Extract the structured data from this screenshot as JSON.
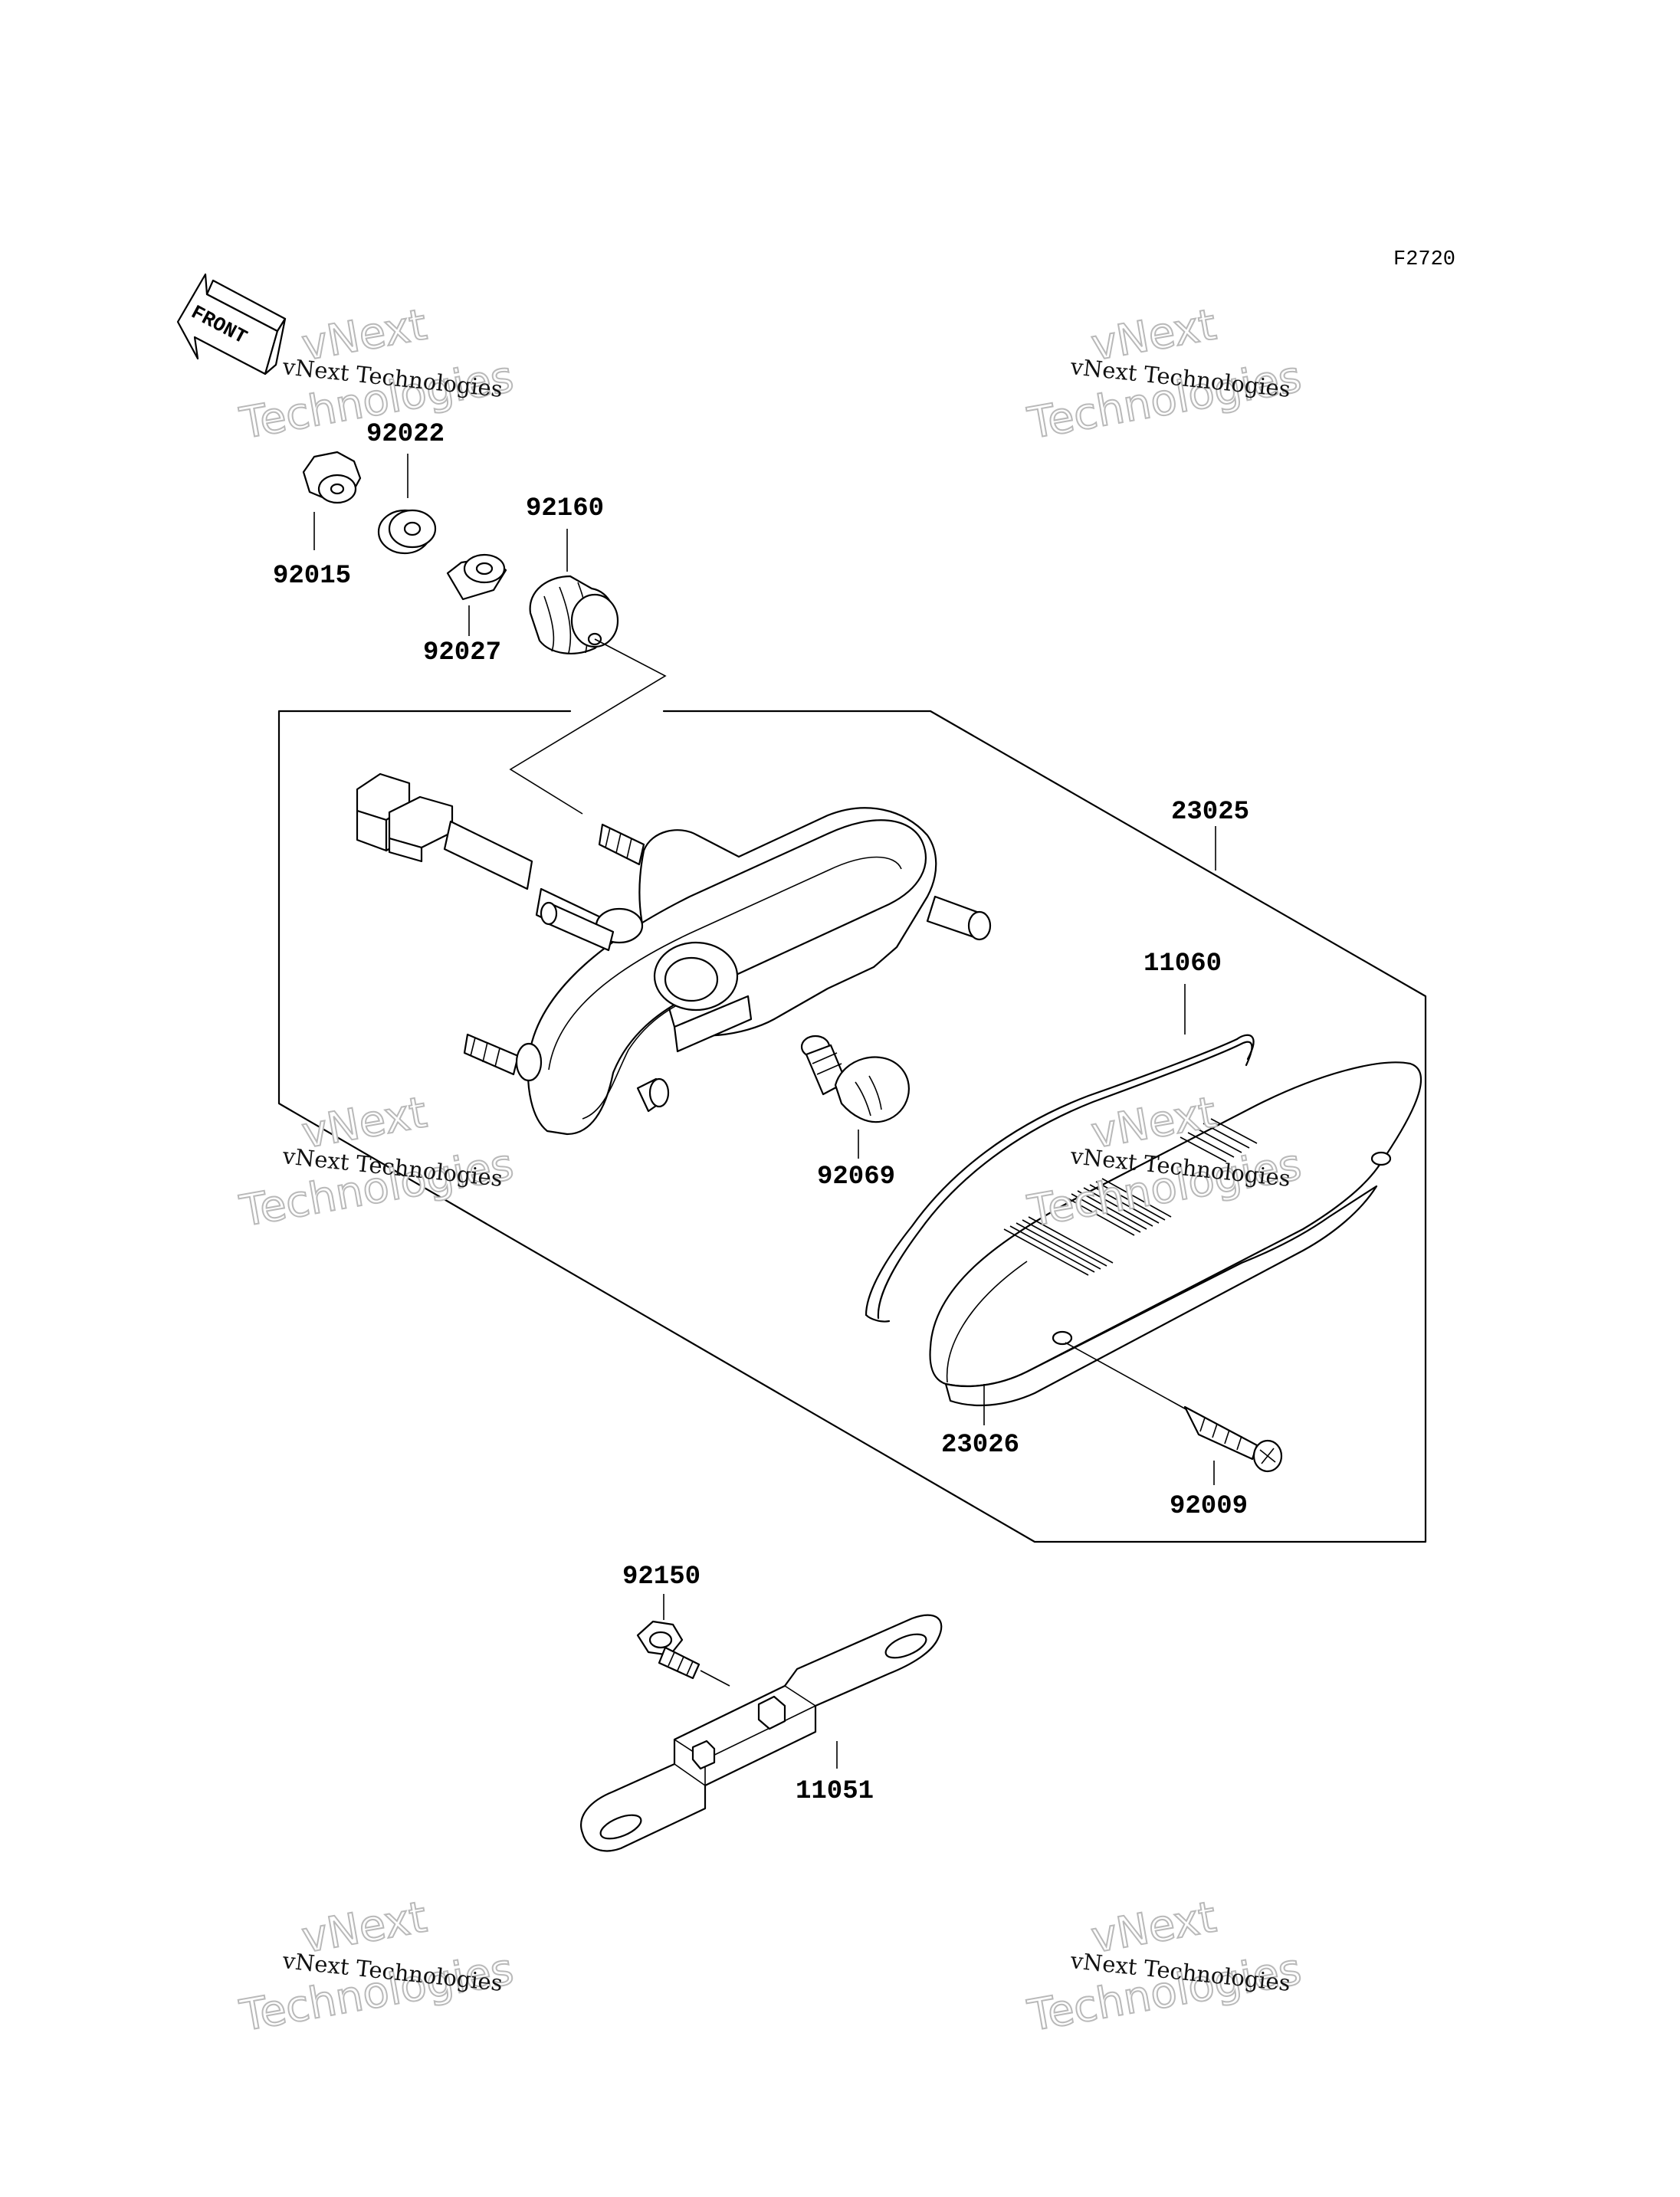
{
  "figure_id": "F2720",
  "front_label": "FRONT",
  "watermark": {
    "line1": "vNext Technologies",
    "line2a": "vNext",
    "line2b": "Technologies"
  },
  "parts": {
    "p92022": "92022",
    "p92015": "92015",
    "p92160": "92160",
    "p92027": "92027",
    "p23025": "23025",
    "p11060": "11060",
    "p92069": "92069",
    "p23026": "23026",
    "p92009": "92009",
    "p92150": "92150",
    "p11051": "11051"
  }
}
